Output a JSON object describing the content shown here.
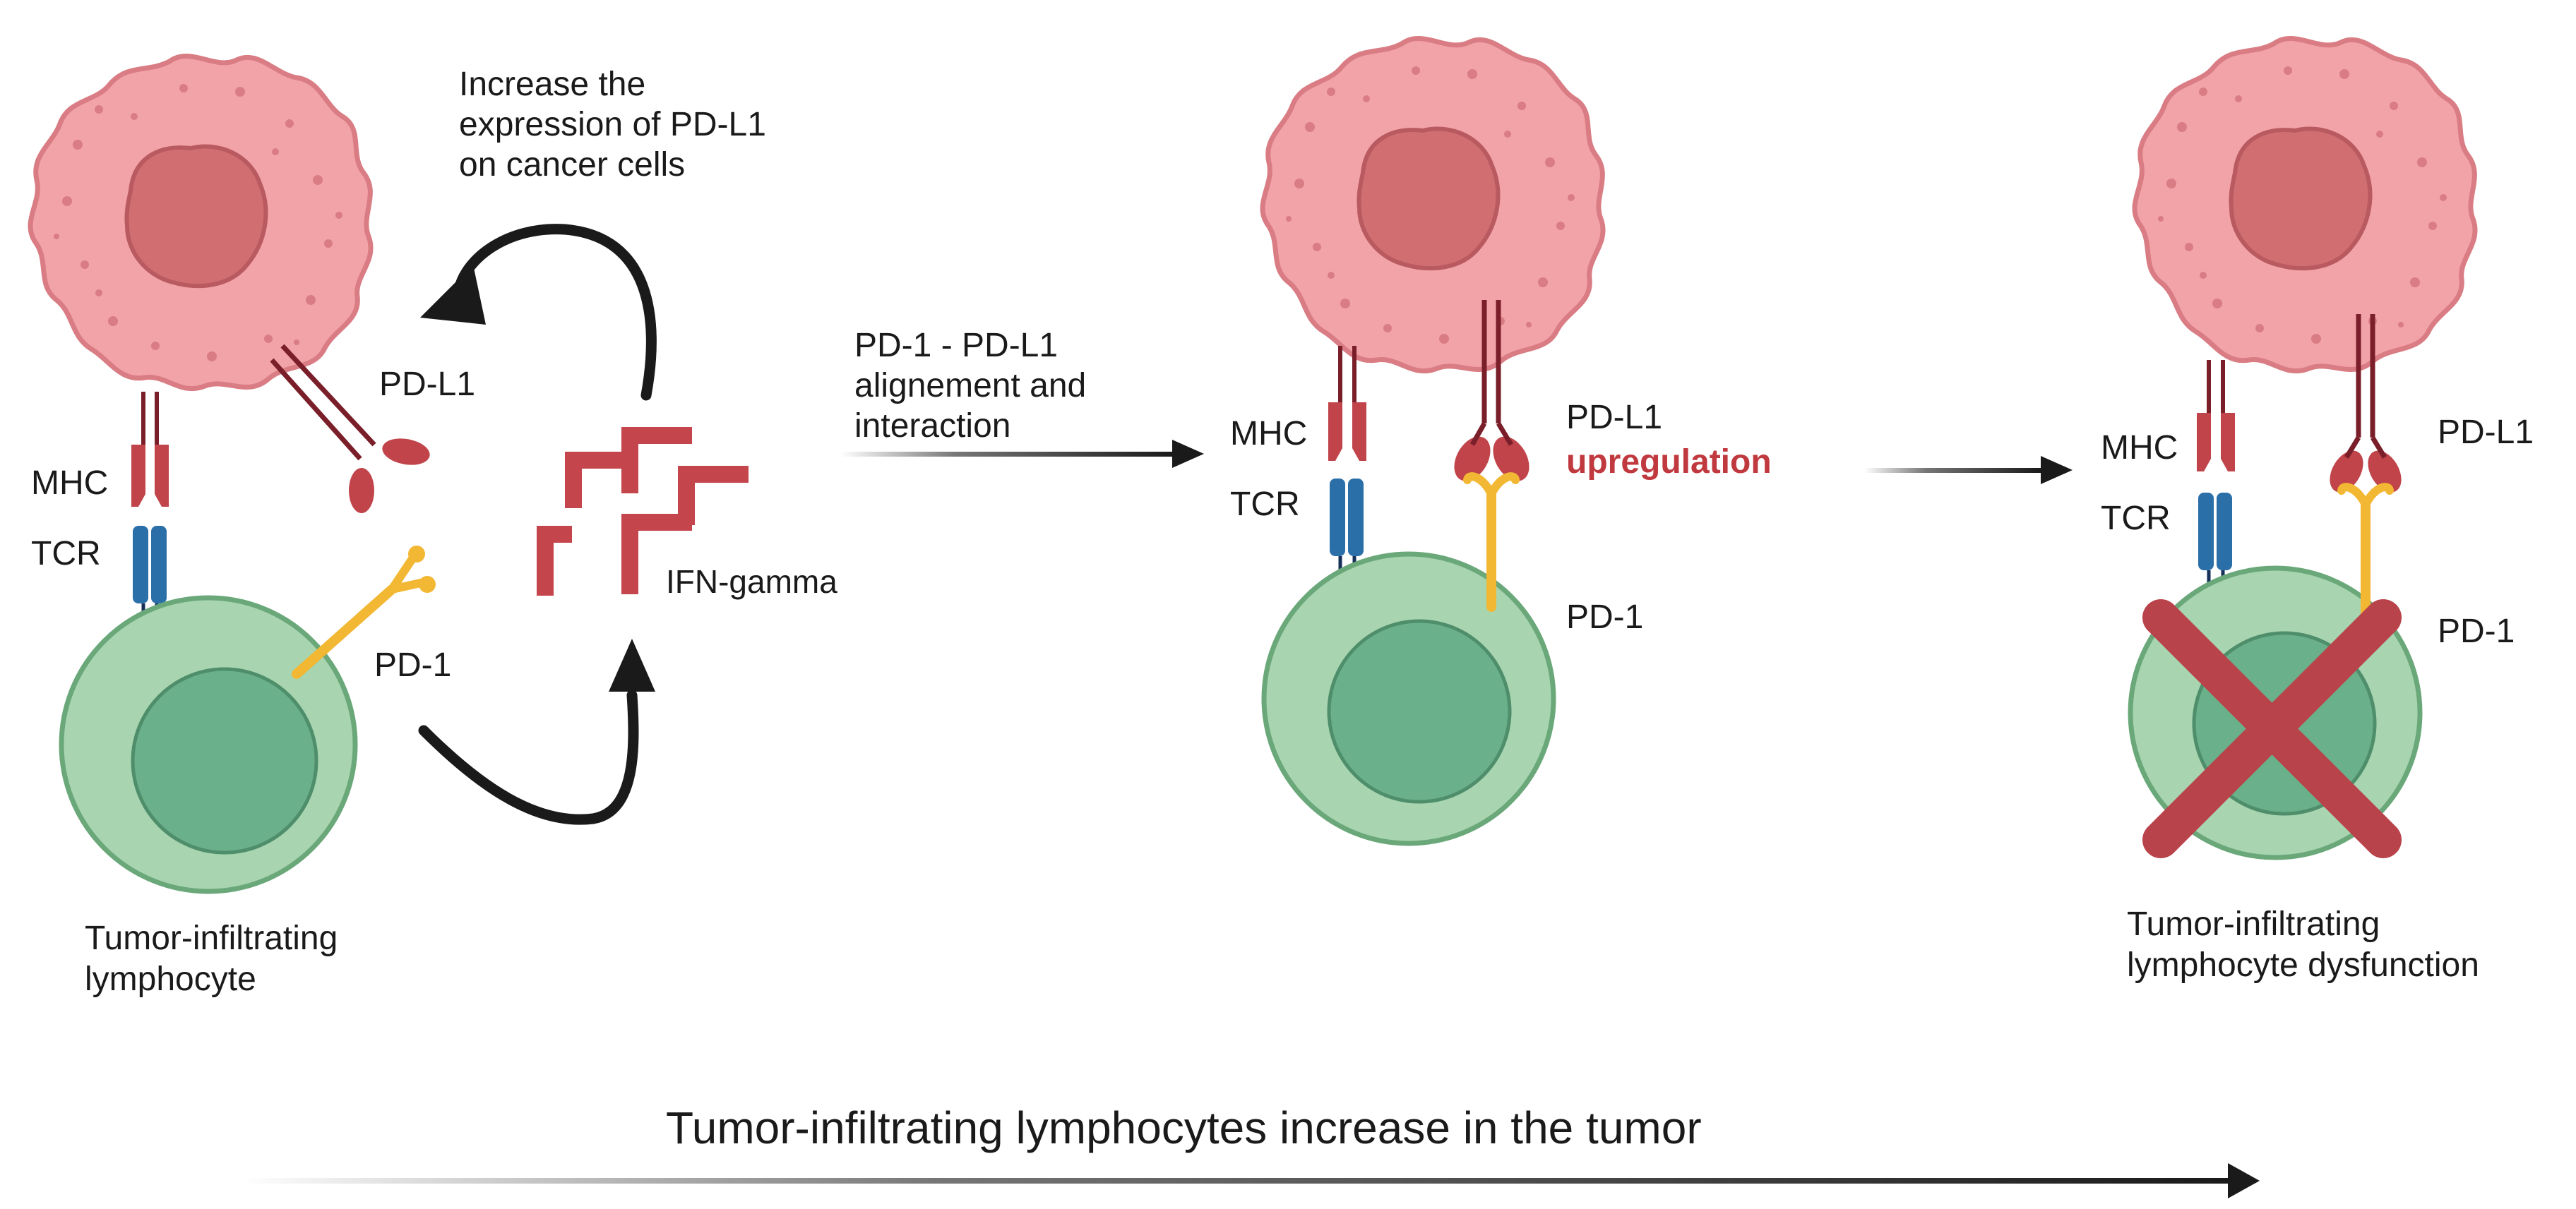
{
  "colors": {
    "tumor_fill": "#f2a3a8",
    "tumor_edge": "#d97c83",
    "nucleus_fill": "#d06e72",
    "nucleus_edge": "#b85a60",
    "lymph_outer": "#a8d5b0",
    "lymph_edge": "#6aa87a",
    "lymph_inner": "#6ab08a",
    "mhc_red": "#c0444a",
    "pdl1_dark": "#7a1f2a",
    "pdl1_red": "#c0444a",
    "tcr_blue": "#2a6fa8",
    "pd1_yellow": "#f2b733",
    "ifn_red": "#c4454b",
    "arrow": "#1a1a1a",
    "cross_red": "#b8434a",
    "upregulation_red": "#c0393f"
  },
  "panel1": {
    "loop_top_label": [
      "Increase the",
      "expression of PD-L1",
      "on cancer cells"
    ],
    "pdl1": "PD-L1",
    "mhc": "MHC",
    "tcr": "TCR",
    "pd1": "PD-1",
    "ifn": "IFN-gamma",
    "lymphocyte": [
      "Tumor-infiltrating",
      "lymphocyte"
    ]
  },
  "arrow1_label": [
    "PD-1 - PD-L1",
    "alignement and",
    "interaction"
  ],
  "panel2": {
    "pdl1": "PD-L1",
    "upregulation": "upregulation",
    "mhc": "MHC",
    "tcr": "TCR",
    "pd1": "PD-1"
  },
  "panel3": {
    "pdl1": "PD-L1",
    "mhc": "MHC",
    "tcr": "TCR",
    "pd1": "PD-1",
    "dysfunction": [
      "Tumor-infiltrating",
      "lymphocyte dysfunction"
    ]
  },
  "bottom_title": "Tumor-infiltrating lymphocytes increase in the tumor"
}
